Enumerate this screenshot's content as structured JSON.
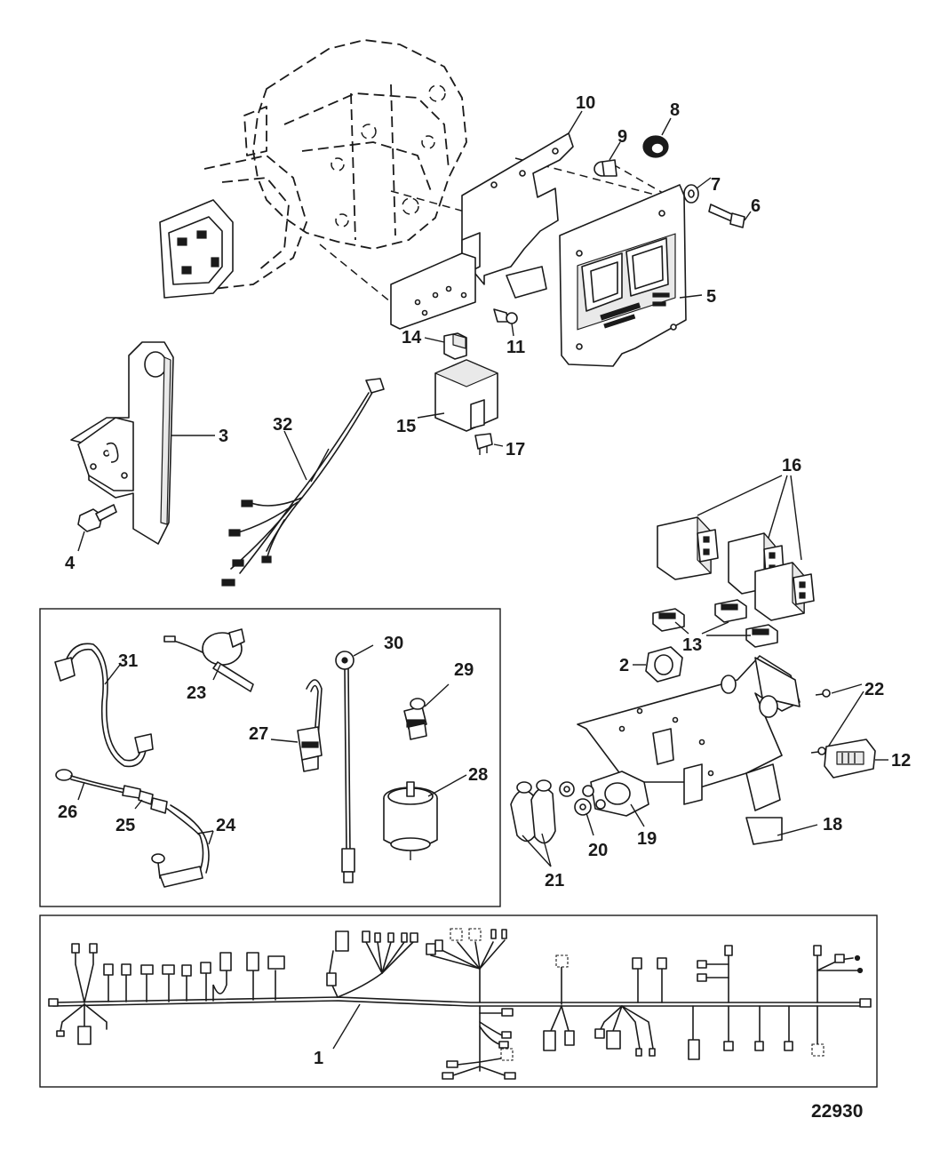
{
  "diagram": {
    "figure_number": "22930",
    "callouts": [
      {
        "id": "c1",
        "text": "1"
      },
      {
        "id": "c2",
        "text": "2"
      },
      {
        "id": "c3",
        "text": "3"
      },
      {
        "id": "c4",
        "text": "4"
      },
      {
        "id": "c5",
        "text": "5"
      },
      {
        "id": "c6",
        "text": "6"
      },
      {
        "id": "c7",
        "text": "7"
      },
      {
        "id": "c8",
        "text": "8"
      },
      {
        "id": "c9",
        "text": "9"
      },
      {
        "id": "c10",
        "text": "10"
      },
      {
        "id": "c11",
        "text": "11"
      },
      {
        "id": "c12",
        "text": "12"
      },
      {
        "id": "c13",
        "text": "13"
      },
      {
        "id": "c14",
        "text": "14"
      },
      {
        "id": "c15",
        "text": "15"
      },
      {
        "id": "c16",
        "text": "16"
      },
      {
        "id": "c17",
        "text": "17"
      },
      {
        "id": "c18",
        "text": "18"
      },
      {
        "id": "c19",
        "text": "19"
      },
      {
        "id": "c20",
        "text": "20"
      },
      {
        "id": "c21",
        "text": "21"
      },
      {
        "id": "c22",
        "text": "22"
      },
      {
        "id": "c23",
        "text": "23"
      },
      {
        "id": "c24",
        "text": "24"
      },
      {
        "id": "c25",
        "text": "25"
      },
      {
        "id": "c26",
        "text": "26"
      },
      {
        "id": "c27",
        "text": "27"
      },
      {
        "id": "c28",
        "text": "28"
      },
      {
        "id": "c29",
        "text": "29"
      },
      {
        "id": "c30",
        "text": "30"
      },
      {
        "id": "c31",
        "text": "31"
      },
      {
        "id": "c32",
        "text": "32"
      }
    ]
  }
}
